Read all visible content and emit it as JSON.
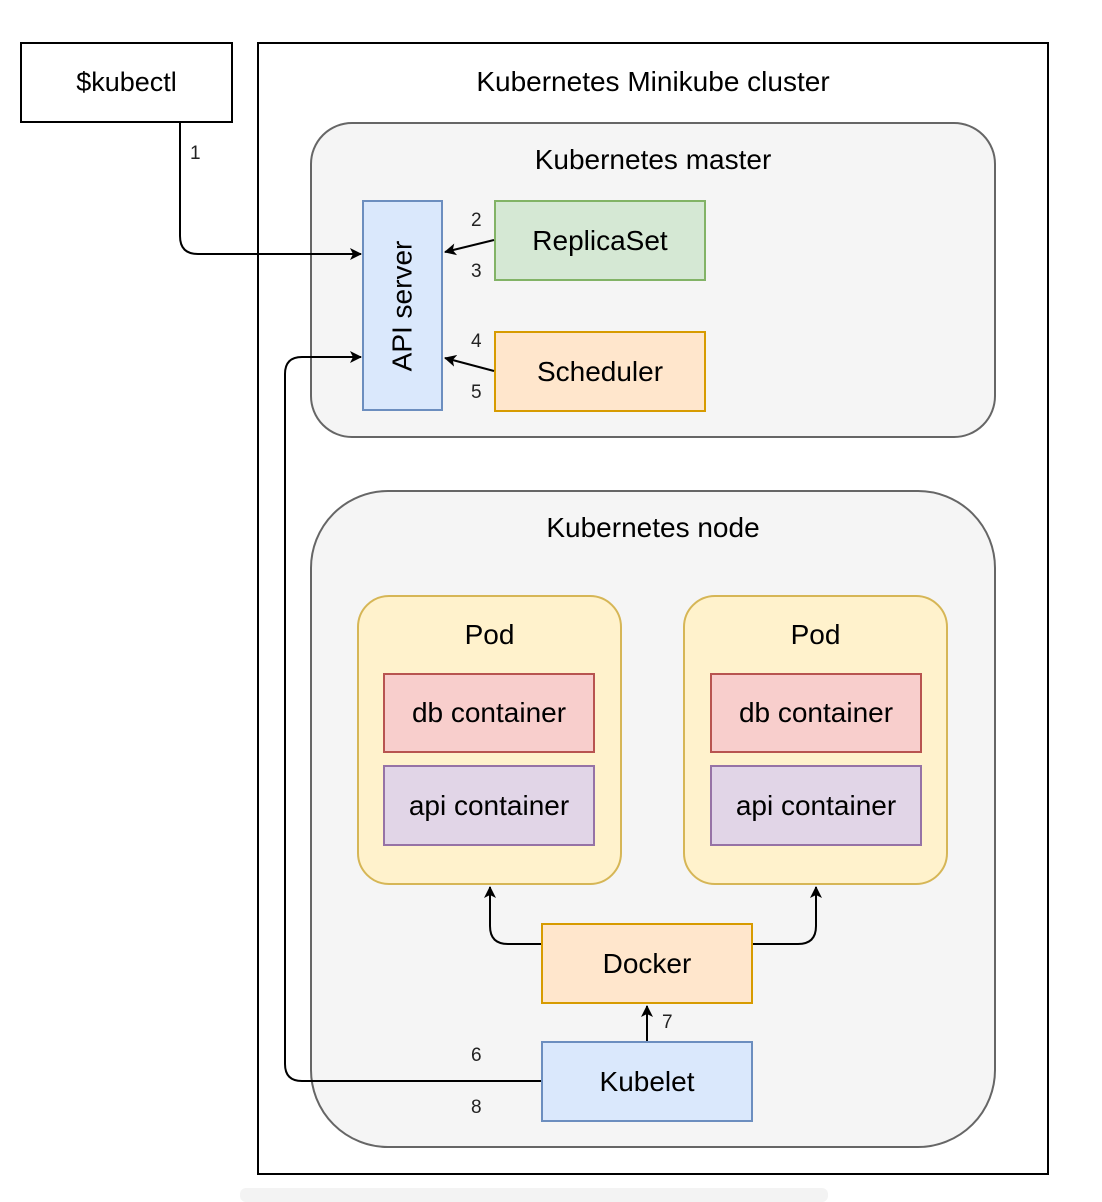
{
  "kubectl": {
    "label": "$kubectl"
  },
  "cluster": {
    "title": "Kubernetes Minikube cluster"
  },
  "master": {
    "title": "Kubernetes master",
    "api_server": "API server",
    "replicaset": "ReplicaSet",
    "scheduler": "Scheduler"
  },
  "node": {
    "title": "Kubernetes node",
    "pods": [
      {
        "title": "Pod",
        "db": "db container",
        "api": "api container"
      },
      {
        "title": "Pod",
        "db": "db container",
        "api": "api container"
      }
    ],
    "docker": "Docker",
    "kubelet": "Kubelet"
  },
  "steps": {
    "s1": "1",
    "s2": "2",
    "s3": "3",
    "s4": "4",
    "s5": "5",
    "s6": "6",
    "s7": "7",
    "s8": "8"
  },
  "colors": {
    "green_fill": "#d5e8d4",
    "green_stroke": "#82b366",
    "orange_fill": "#ffe6cc",
    "orange_stroke": "#d79b00",
    "blue_fill": "#dae8fc",
    "blue_stroke": "#6c8ebf",
    "yellow_fill": "#fff2cc",
    "yellow_stroke": "#d6b656",
    "red_fill": "#f8cecc",
    "red_stroke": "#b85450",
    "purple_fill": "#e1d5e7",
    "purple_stroke": "#9673a6",
    "gray_fill": "#f5f5f5",
    "gray_stroke": "#666666"
  }
}
